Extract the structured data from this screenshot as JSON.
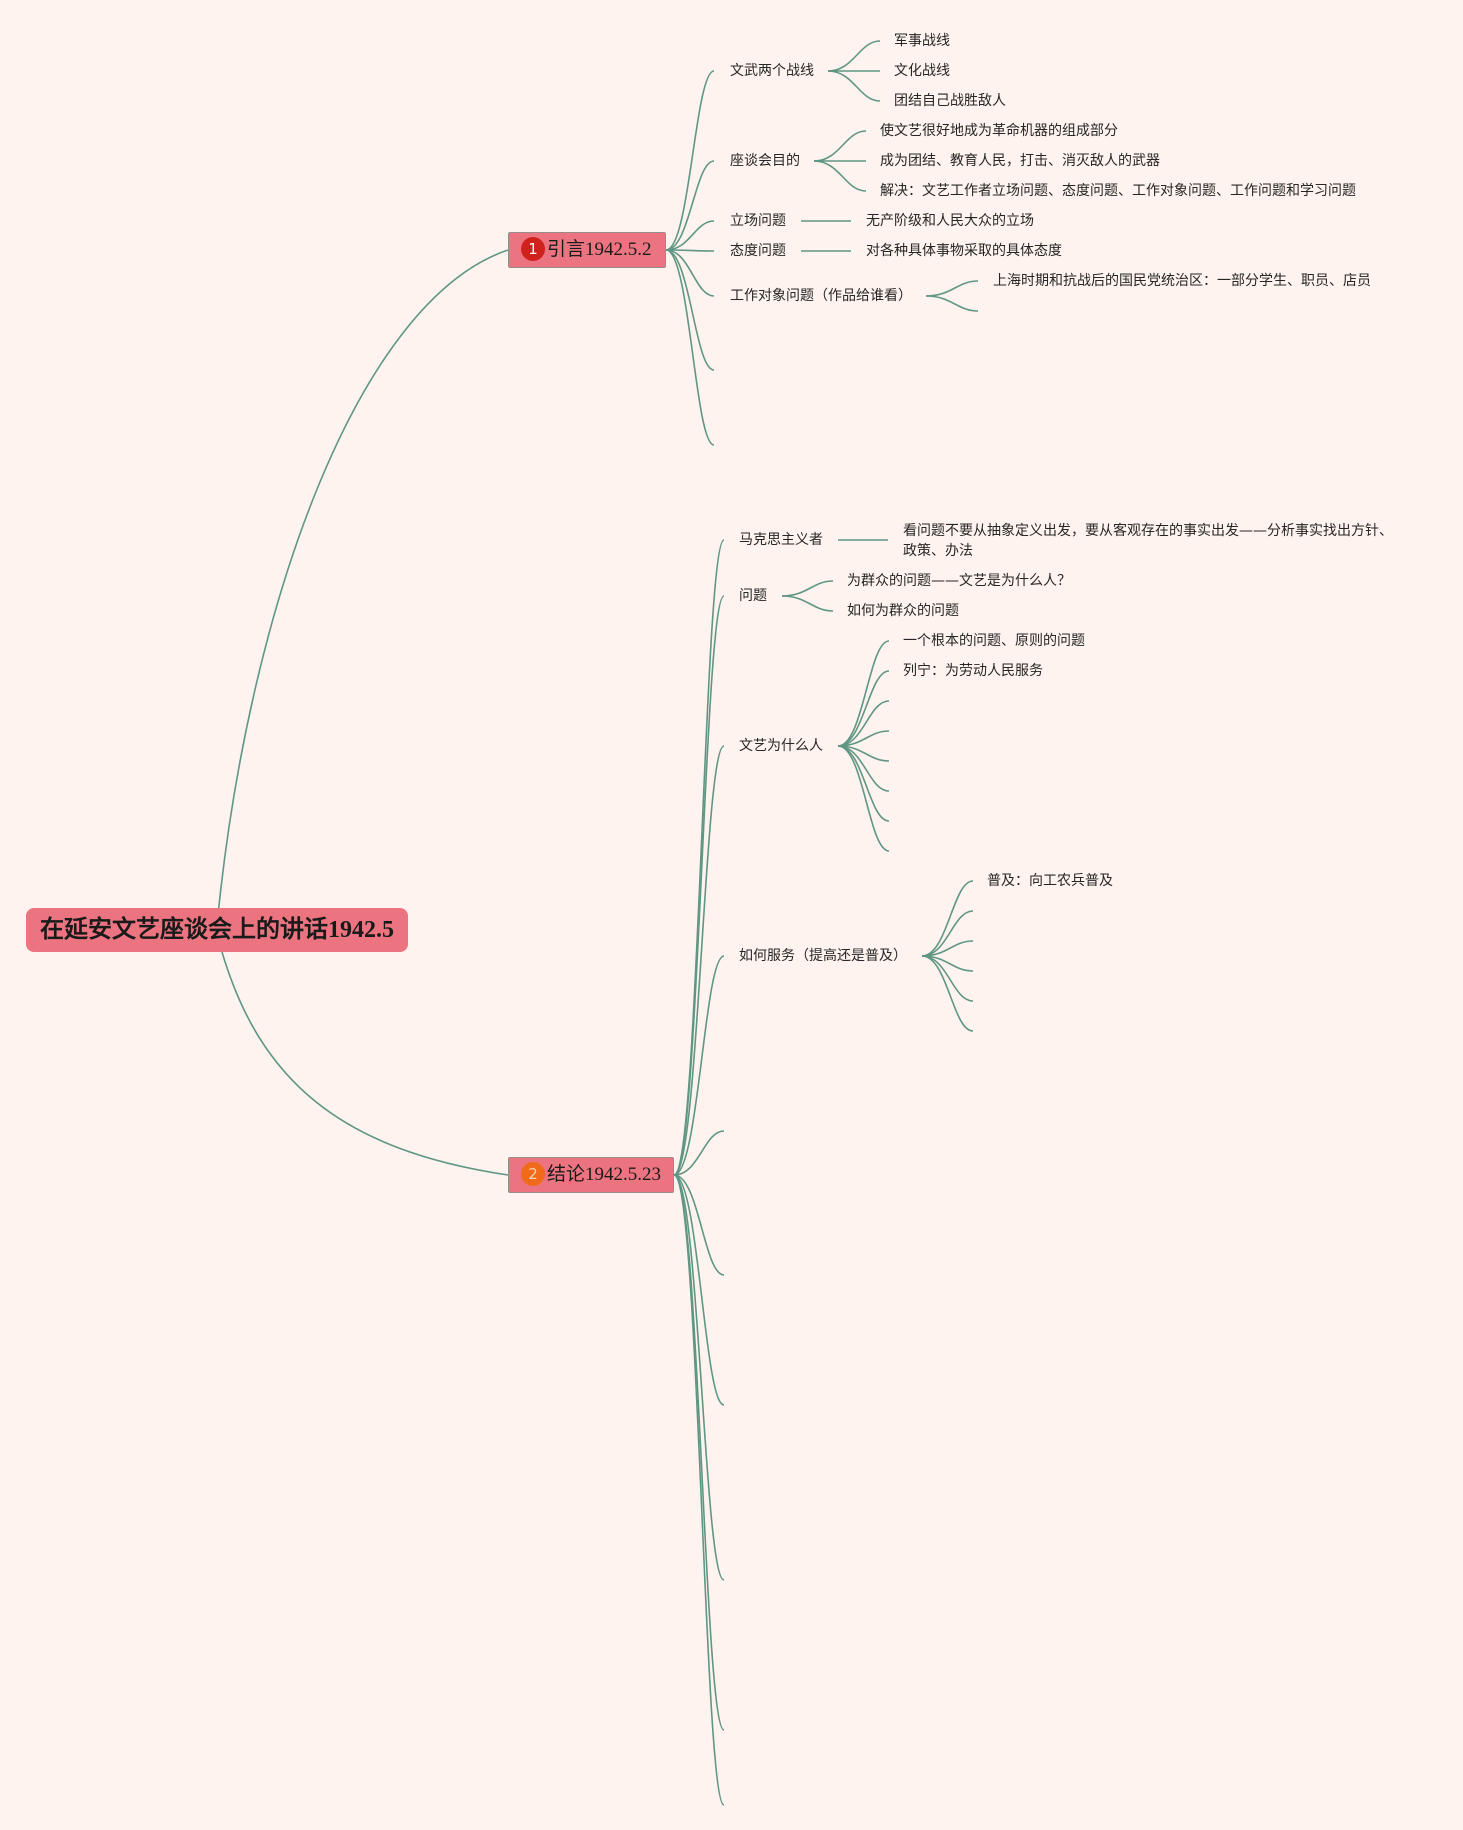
{
  "root": {
    "title": "在延安文艺座谈会上的讲话1942.5"
  },
  "topic1": {
    "marker": "1",
    "title": "引言1942.5.2"
  },
  "topic2": {
    "marker": "2",
    "title": "结论1942.5.23"
  },
  "intro": {
    "two_fronts": {
      "label": "文武两个战线",
      "items": [
        "军事战线",
        "文化战线",
        "团结自己战胜敌人"
      ]
    },
    "purpose": {
      "label": "座谈会目的",
      "items": [
        "使文艺很好地成为革命机器的组成部分",
        "成为团结、教育人民，打击、消灭敌人的武器",
        "解决：文艺工作者立场问题、态度问题、工作对象问题、工作问题和学习问题"
      ]
    },
    "stance": {
      "label": "立场问题",
      "item": "无产阶级和人民大众的立场"
    },
    "attitude": {
      "label": "态度问题",
      "item": "对各种具体事物采取的具体态度"
    },
    "audience": {
      "label": "工作对象问题（作品给谁看）",
      "item": "上海时期和抗战后的国民党统治区：一部分学生、职员、店员"
    }
  },
  "conclusion": {
    "marxist": {
      "label": "马克思主义者",
      "item": "看问题不要从抽象定义出发，要从客观存在的事实出发——分析事实找出方针、政策、办法"
    },
    "problem": {
      "label": "问题",
      "items": [
        "为群众的问题——文艺是为什么人？",
        "如何为群众的问题"
      ]
    },
    "for_whom": {
      "label": "文艺为什么人",
      "items": [
        "一个根本的问题、原则的问题",
        "列宁：为劳动人民服务"
      ]
    },
    "how_serve": {
      "label": "如何服务（提高还是普及）",
      "items": [
        "普及：向工农兵普及"
      ]
    }
  },
  "colors": {
    "background": "#fef3ee",
    "topic_fill": "#ec7480",
    "line": "#5f9684",
    "marker1": "#d0221c",
    "marker2": "#f06a1c"
  }
}
